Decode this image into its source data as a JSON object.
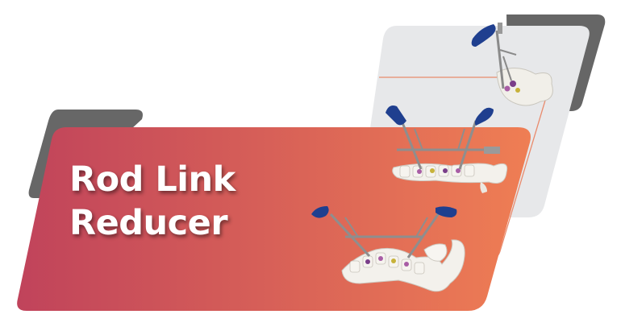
{
  "banner": {
    "title_line1": "Rod Link",
    "title_line2": "Reducer"
  },
  "colors": {
    "gradient_start": "#c1445a",
    "gradient_end": "#ee7d55",
    "dark_gray_accent": "#666666",
    "light_gray_panel": "#e6e7e9",
    "outline_accent": "#e8866a",
    "handle_blue": "#1f3f8f"
  },
  "icons": [
    "spine-model-with-reducer-top",
    "spine-model-with-reducer-middle",
    "spine-model-with-reducer-bottom"
  ]
}
